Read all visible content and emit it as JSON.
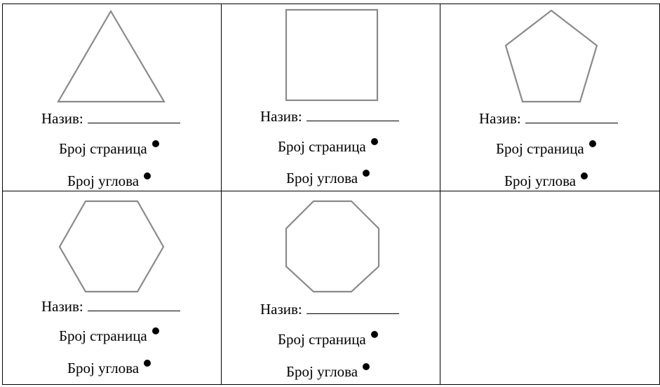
{
  "worksheet": {
    "name_label": "Назив:",
    "sides_label": "Број страница",
    "angles_label": "Број углова",
    "cells": [
      {
        "shape": "triangle-icon"
      },
      {
        "shape": "square-icon"
      },
      {
        "shape": "pentagon-icon"
      },
      {
        "shape": "hexagon-icon"
      },
      {
        "shape": "octagon-icon"
      },
      {
        "shape": "empty"
      }
    ]
  },
  "colors": {
    "shape_stroke": "#8a8a8a",
    "grid_lines": "#000000",
    "text": "#000000"
  }
}
